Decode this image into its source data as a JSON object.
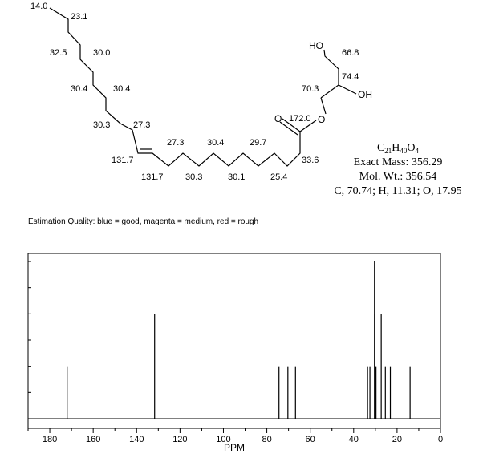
{
  "molecule": {
    "shift_labels": [
      "14.0",
      "23.1",
      "32.5",
      "30.0",
      "30.4",
      "30.4",
      "30.3",
      "27.3",
      "131.7",
      "131.7",
      "27.3",
      "30.3",
      "30.4",
      "30.1",
      "29.7",
      "25.4",
      "33.6",
      "172.0",
      "70.3",
      "74.4",
      "66.8"
    ],
    "atom_labels": {
      "o_carbonyl": "O",
      "o_ester": "O",
      "ho_top": "HO",
      "oh_side": "OH"
    }
  },
  "formula": {
    "c": "C",
    "c_count": "21",
    "h": "H",
    "h_count": "40",
    "o": "O",
    "o_count": "4",
    "exact_mass": "Exact Mass: 356.29",
    "mol_wt": "Mol. Wt.: 356.54",
    "composition": "C, 70.74; H, 11.31; O, 17.95"
  },
  "estimation_note": "Estimation Quality: blue = good, magenta = medium, red = rough",
  "chart_data": {
    "type": "bar",
    "xlabel": "PPM",
    "xlim": [
      190,
      0
    ],
    "x_reversed": true,
    "grid": false,
    "tick_labels": [
      "180",
      "160",
      "140",
      "120",
      "100",
      "80",
      "60",
      "40",
      "20",
      "0"
    ],
    "tick_values": [
      180,
      160,
      140,
      120,
      100,
      80,
      60,
      40,
      20,
      0
    ],
    "peaks": [
      {
        "ppm": 172.0,
        "intensity": 1
      },
      {
        "ppm": 131.7,
        "intensity": 2
      },
      {
        "ppm": 74.4,
        "intensity": 1
      },
      {
        "ppm": 70.3,
        "intensity": 1
      },
      {
        "ppm": 66.8,
        "intensity": 1
      },
      {
        "ppm": 33.6,
        "intensity": 1
      },
      {
        "ppm": 32.5,
        "intensity": 1
      },
      {
        "ppm": 30.4,
        "intensity": 3
      },
      {
        "ppm": 30.3,
        "intensity": 2
      },
      {
        "ppm": 30.1,
        "intensity": 1
      },
      {
        "ppm": 30.0,
        "intensity": 1
      },
      {
        "ppm": 29.7,
        "intensity": 1
      },
      {
        "ppm": 27.3,
        "intensity": 2
      },
      {
        "ppm": 25.4,
        "intensity": 1
      },
      {
        "ppm": 23.1,
        "intensity": 1
      },
      {
        "ppm": 14.0,
        "intensity": 1
      }
    ]
  }
}
